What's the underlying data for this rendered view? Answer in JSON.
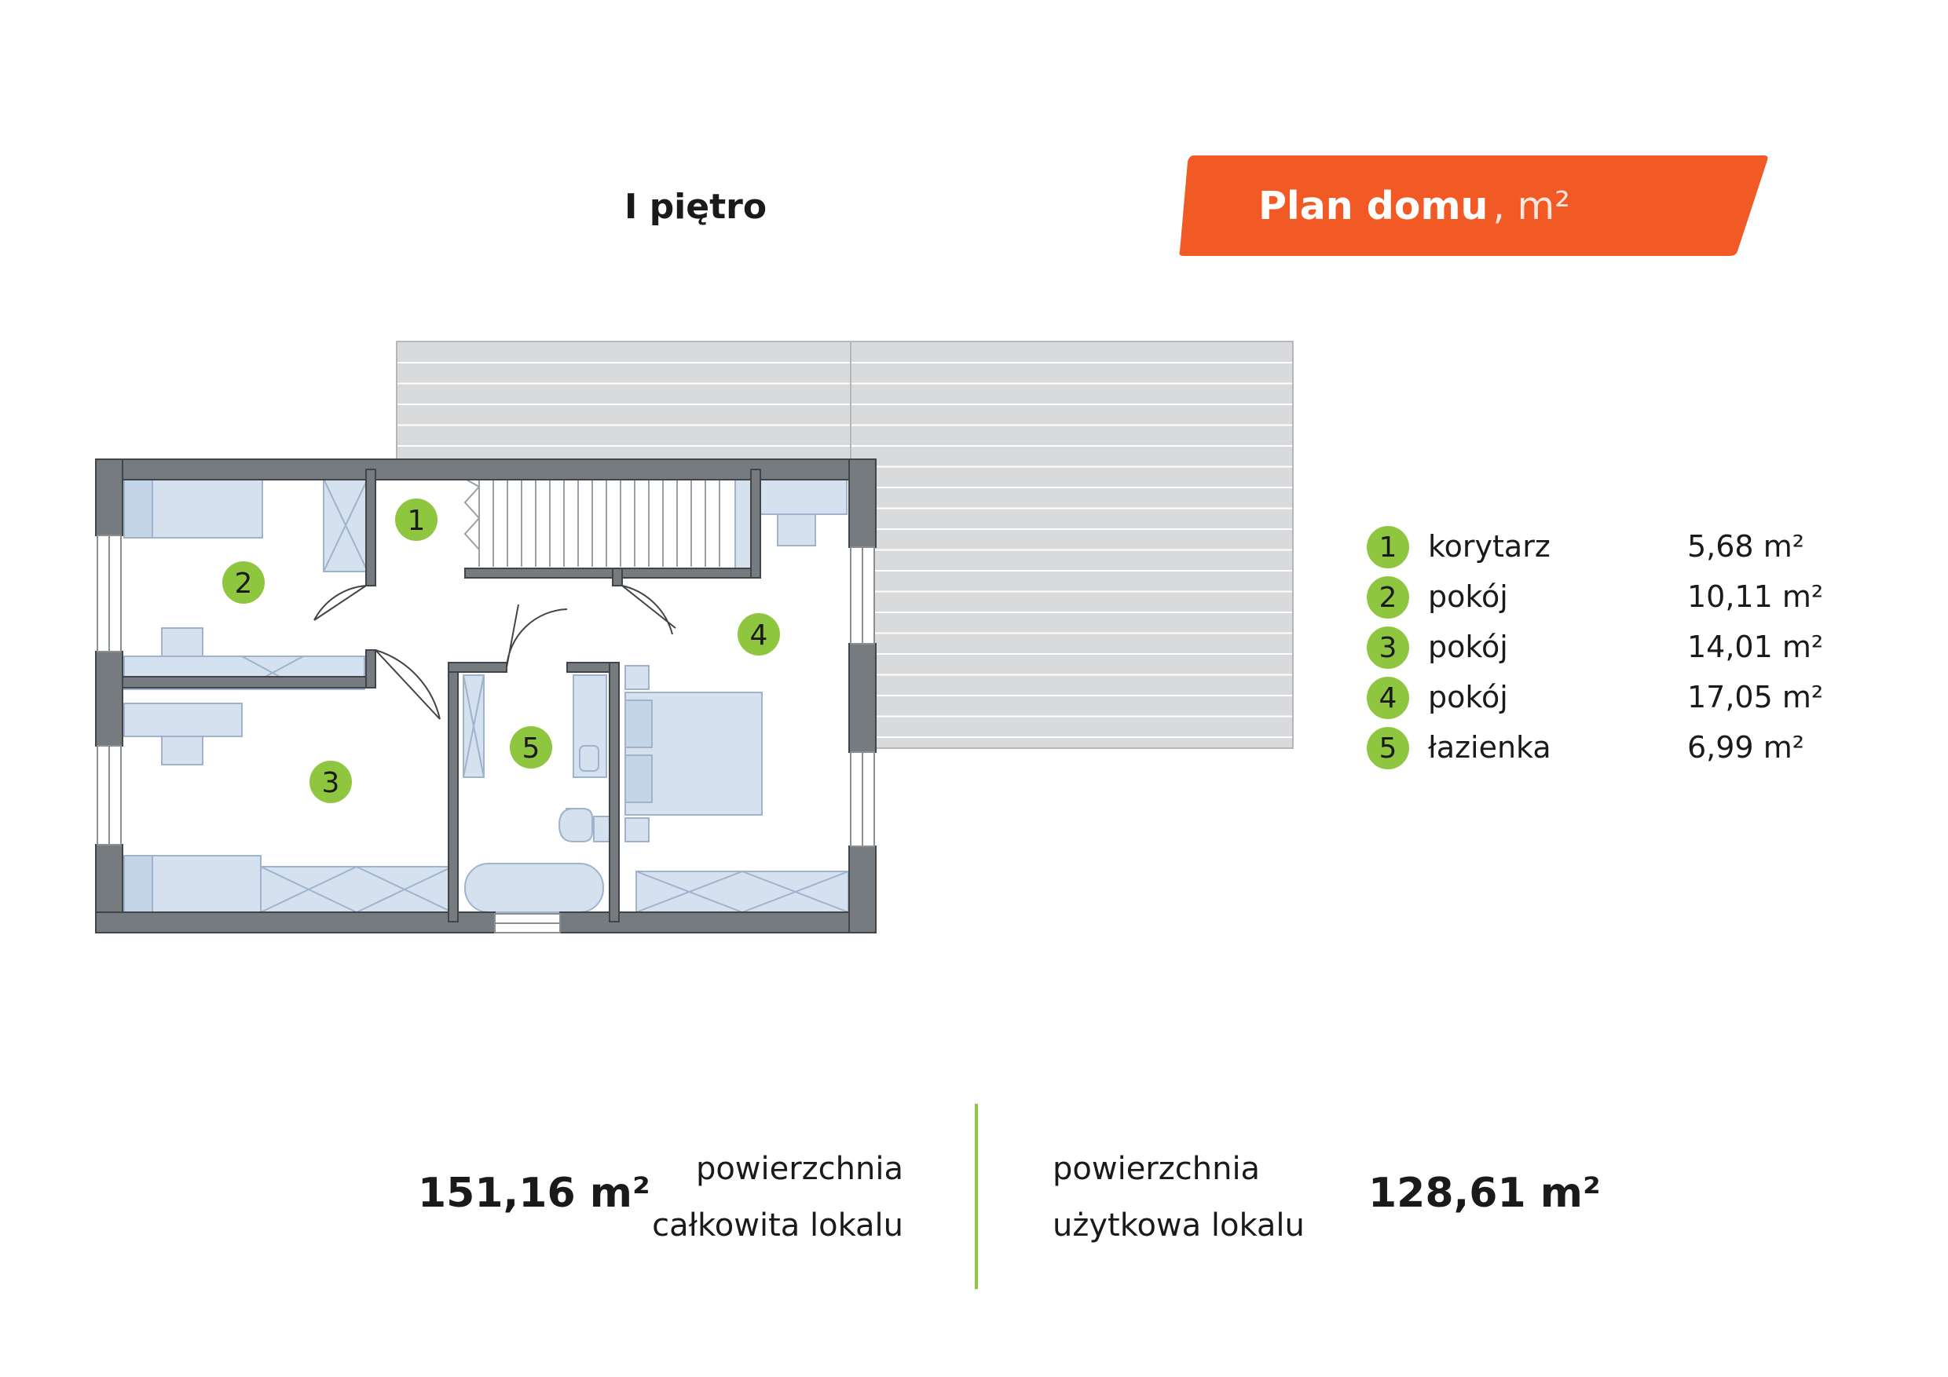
{
  "floor_title": "I piętro",
  "banner": {
    "title": "Plan domu",
    "unit": ", m²",
    "color": "#f15a24"
  },
  "badge_color": "#8fc63f",
  "rooms": [
    {
      "num": "1",
      "name": "korytarz",
      "area": "5,68 m²"
    },
    {
      "num": "2",
      "name": "pokój",
      "area": "10,11 m²"
    },
    {
      "num": "3",
      "name": "pokój",
      "area": "14,01 m²"
    },
    {
      "num": "4",
      "name": "pokój",
      "area": "17,05 m²"
    },
    {
      "num": "5",
      "name": "łazienka",
      "area": "6,99 m²"
    }
  ],
  "totals": {
    "total_value": "151,16 m²",
    "total_label_1": "powierzchnia",
    "total_label_2": "całkowita lokalu",
    "usable_label_1": "powierzchnia",
    "usable_label_2": "użytkowa lokalu",
    "usable_value": "128,61 m²"
  }
}
